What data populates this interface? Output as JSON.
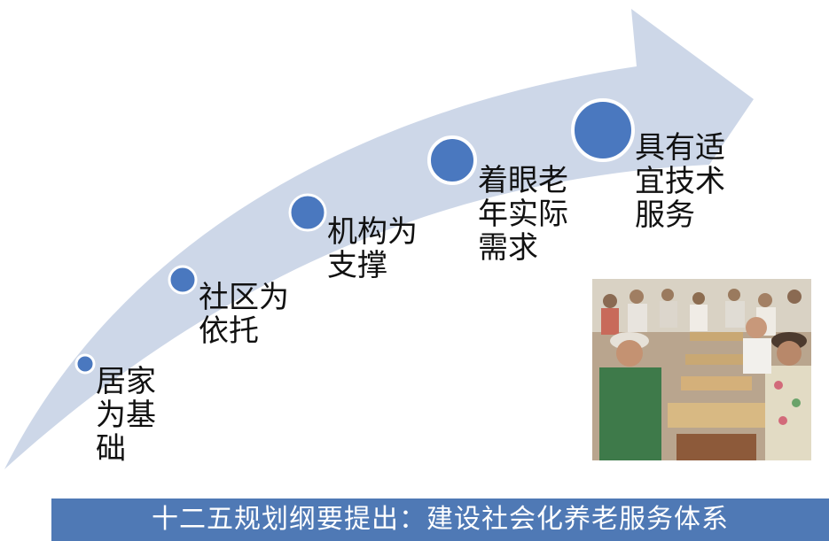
{
  "steps": [
    {
      "label": "居家为基础"
    },
    {
      "label": "社区为依托"
    },
    {
      "label": "机构为支撑"
    },
    {
      "label": "着眼老年实际需求"
    },
    {
      "label": "具有适宜技术服务"
    }
  ],
  "banner": {
    "text": "十二五规划纲要提出：建设社会化养老服务体系"
  },
  "colors": {
    "arrow": "#cdd7e8",
    "dot": "#4a78bf",
    "banner": "#4f79b5"
  }
}
